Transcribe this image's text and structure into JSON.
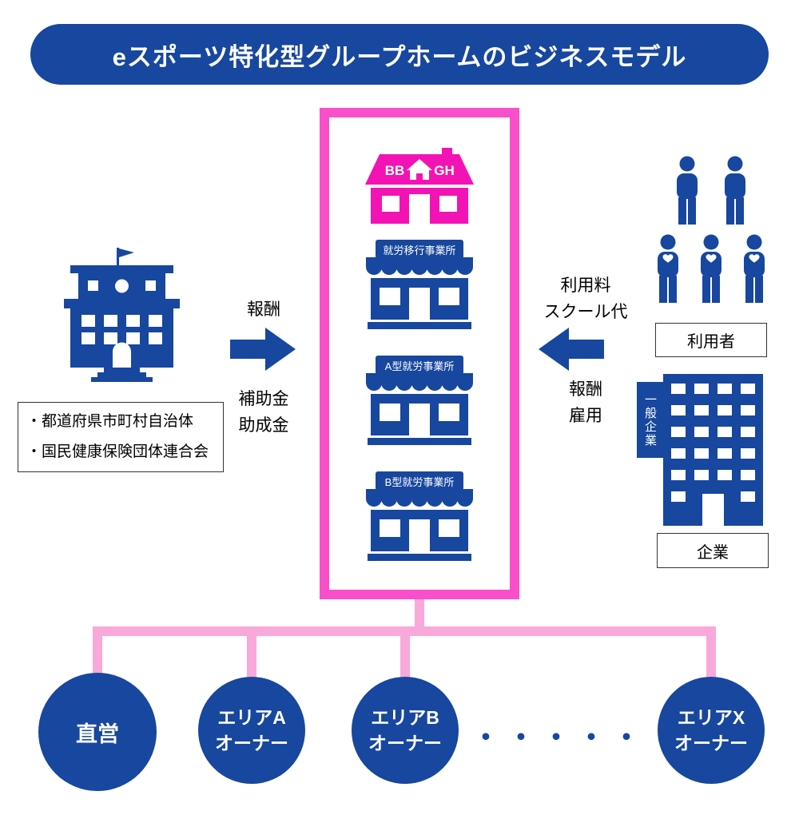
{
  "title": "eスポーツ特化型グループホームのビジネスモデル",
  "colors": {
    "primary_blue": "#17479E",
    "magenta_house": "#F313B4",
    "pink_border": "#FA4FCB",
    "light_pink_connector": "#F9A8DA"
  },
  "center_box": {
    "group_home": {
      "left_text": "BB",
      "right_text": "GH"
    },
    "facilities": [
      "就労移行事業所",
      "A型就労事業所",
      "B型就労事業所"
    ]
  },
  "left_side": {
    "payer_box": "・都道府県市町村自治体\n・国民健康保険団体連合会",
    "arrow_top_label": "報酬",
    "arrow_bottom_label": "補助金\n助成金"
  },
  "right_side": {
    "arrow_top_label": "利用料\nスクール代",
    "arrow_bottom_label": "報酬\n雇用",
    "users_label": "利用者",
    "company_tab": "一般企業",
    "company_label": "企業"
  },
  "bottom": {
    "circle_1": "直営",
    "circle_2": "エリアA\nオーナー",
    "circle_3": "エリアB\nオーナー",
    "dots": "・・・・・",
    "circle_4": "エリアX\nオーナー"
  }
}
